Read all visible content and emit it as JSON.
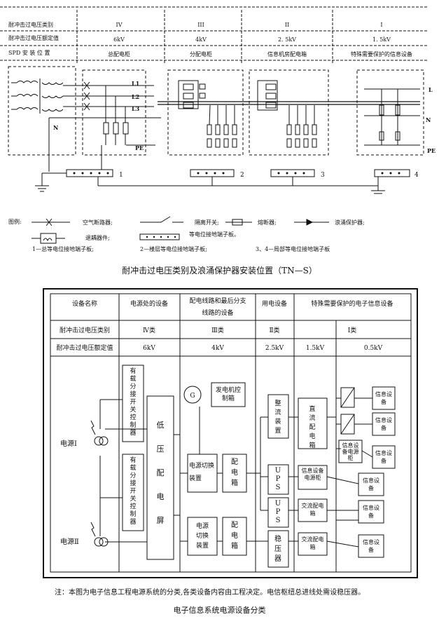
{
  "top": {
    "rows": {
      "category_label": "耐冲击过电压类别",
      "rated_label": "耐冲击过电压额定值",
      "position_label": "SPD 安 装 位 置"
    },
    "columns": [
      {
        "cat": "IV",
        "value": "6kV",
        "position": "总配电柜"
      },
      {
        "cat": "III",
        "value": "4kV",
        "position": "分配电柜"
      },
      {
        "cat": "II",
        "value": "2. 5kV",
        "position": "信息机房配电箱"
      },
      {
        "cat": "I",
        "value": "1. 5kV",
        "position": "特殊需要保护的信息设备"
      }
    ],
    "labels": {
      "L1": "L1",
      "L2": "L2",
      "L3": "L3",
      "N": "N",
      "PE": "PE",
      "out_L": "L",
      "out_N": "N",
      "out_PE": "PE",
      "b1": "1",
      "b2": "2",
      "b3": "3",
      "b4": "4"
    },
    "legend": {
      "title": "图例:",
      "breaker": "空气断路器;",
      "isolator": "隔离开关;",
      "fuse": "熔断器;",
      "spd": "浪涌保护器;",
      "decoupler": "退耦器件;",
      "bar": "等电位接地端子板。",
      "n1": "1—总等电位接地端子板;",
      "n2": "2—楼层等电位接地端子板;",
      "n3": "3、4—局部等电位接地端子板"
    },
    "caption": "耐冲击过电压类别及浪涌保护器安装位置（TN—S）"
  },
  "bottom": {
    "header": {
      "c1": "设备名称",
      "c2": "电源处的设备",
      "c3a": "配电线路和最后分支",
      "c3b": "线路的设备",
      "c4": "用电设备",
      "c5": "特殊需要保护的电子信息设备"
    },
    "row_cat": {
      "label": "耐冲击过电压类别",
      "v1": "Ⅳ类",
      "v2": "Ⅲ类",
      "v3": "Ⅱ类",
      "v4": "Ⅰ类"
    },
    "row_rated": {
      "label": "耐冲击过电压额定值",
      "v1": "6kV",
      "v2": "4kV",
      "v3": "2.5kV",
      "v4": "1.5kV",
      "v5": "0.5kV"
    },
    "blocks": {
      "switch_ctrl": "有载分接开关控制器",
      "lowvolt": "低压配电屏",
      "gen": "G",
      "gen_ctrl": "发电机控制箱",
      "transfer1": "电源切换装置",
      "transfer2": "电源切换装置",
      "dist": "配电箱",
      "rect": "整流装置",
      "ups": "UPS",
      "stab": "稳压器",
      "dc_dist": "直流配电箱",
      "info_cab": "信息设备电源柜",
      "ac_dist": "交流配电箱",
      "info": "信息设备",
      "src1": "电源Ⅰ",
      "src2": "电源Ⅱ"
    },
    "note": "注：本图为电子信息工程电源系统的分类,各类设备内容由工程决定。电信枢纽总进线处需设稳压器。",
    "caption": "电子信息系统电源设备分类"
  }
}
